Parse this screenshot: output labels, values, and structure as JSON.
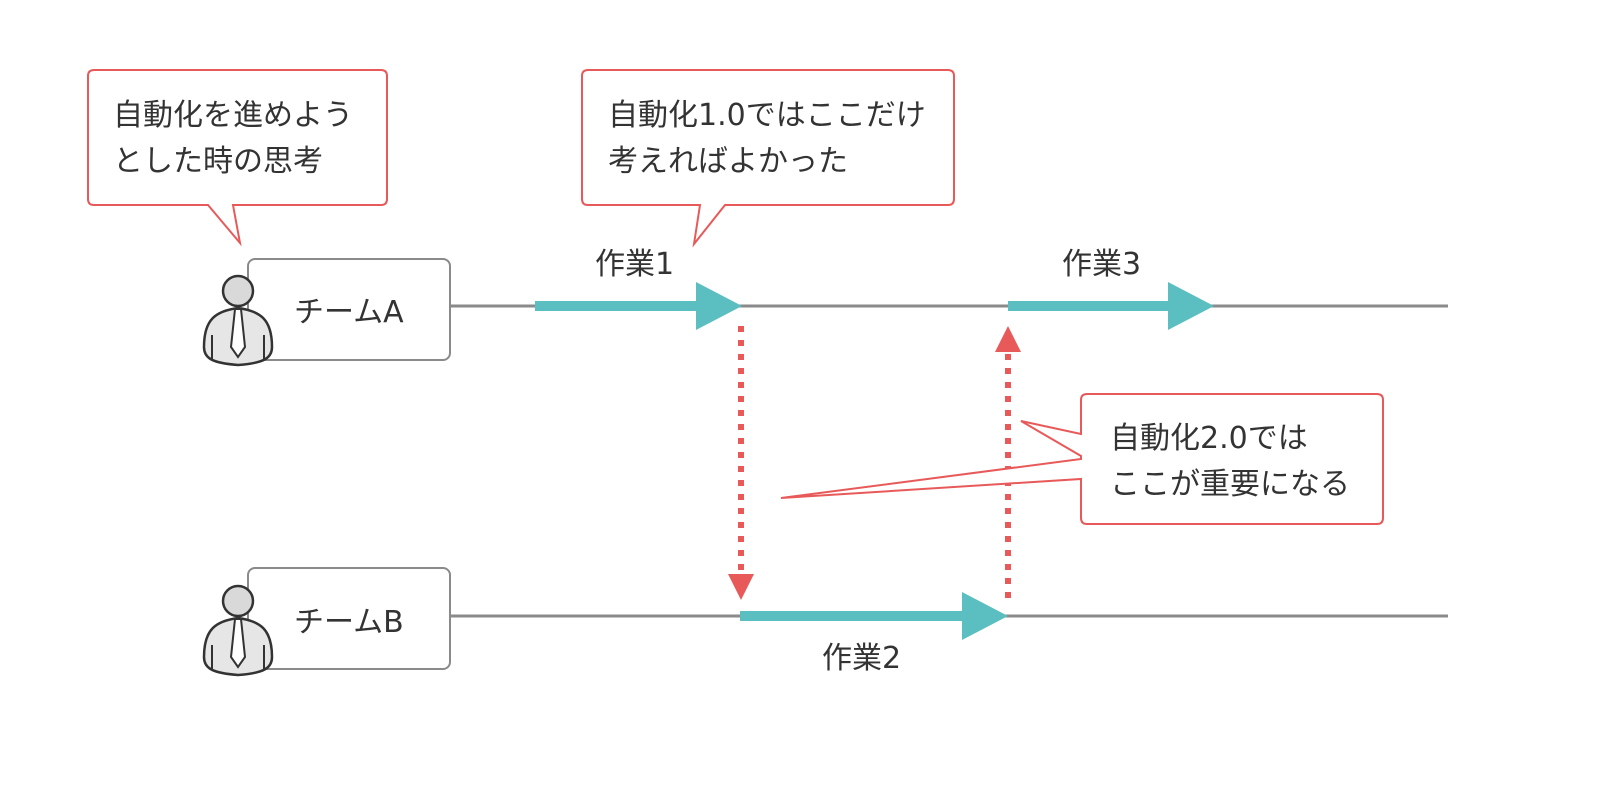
{
  "colors": {
    "accent_teal": "#5bbfc1",
    "callout_red": "#e85a5a",
    "timeline_gray": "#8a8a8a",
    "box_border": "#8a8a8a",
    "text": "#333333"
  },
  "teams": [
    {
      "label": "チームA",
      "icon": "person-icon"
    },
    {
      "label": "チームB",
      "icon": "person-icon"
    }
  ],
  "tasks": [
    {
      "label": "作業1",
      "team": "チームA"
    },
    {
      "label": "作業2",
      "team": "チームB"
    },
    {
      "label": "作業3",
      "team": "チームA"
    }
  ],
  "callouts": {
    "thinking": {
      "line1": "自動化を進めよう",
      "line2": "とした時の思考"
    },
    "v1": {
      "line1": "自動化1.0ではここだけ",
      "line2": "考えればよかった"
    },
    "v2": {
      "line1": "自動化2.0では",
      "line2": "ここが重要になる"
    }
  },
  "handoffs": [
    {
      "from": "チームA",
      "to": "チームB",
      "style": "dotted",
      "direction": "down"
    },
    {
      "from": "チームB",
      "to": "チームA",
      "style": "dotted",
      "direction": "up"
    }
  ]
}
